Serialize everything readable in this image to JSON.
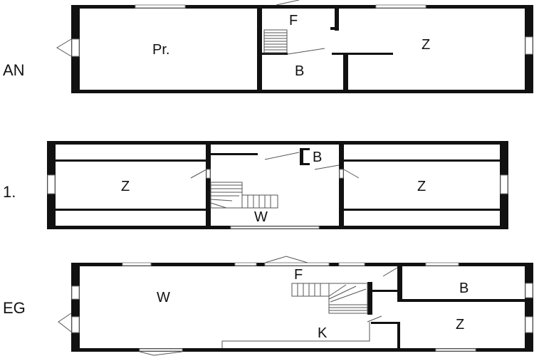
{
  "colors": {
    "wall": "#111111",
    "background": "#ffffff"
  },
  "floors": [
    {
      "label": "AN",
      "rooms": [
        "Pr.",
        "F",
        "B",
        "Z"
      ]
    },
    {
      "label": "1.",
      "rooms": [
        "Z",
        "B",
        "W",
        "Z"
      ]
    },
    {
      "label": "EG",
      "rooms": [
        "W",
        "F",
        "B",
        "K",
        "Z"
      ]
    }
  ]
}
